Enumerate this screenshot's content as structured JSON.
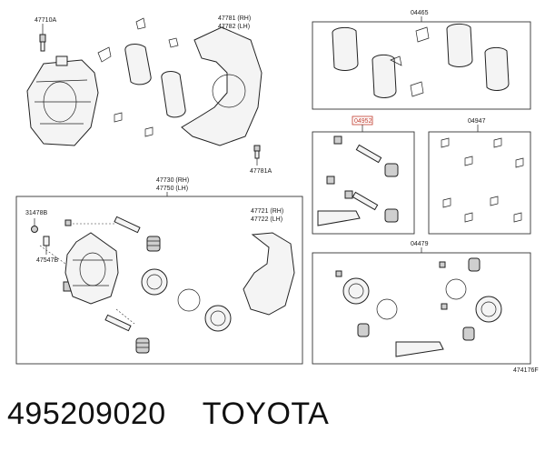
{
  "labels": {
    "bolt_top": "47710A",
    "shield_rh": "47781 (RH)",
    "shield_lh": "47782 (LH)",
    "bolt_shield": "47781A",
    "caliper_rh": "47730 (RH)",
    "caliper_lh": "47750 (LH)",
    "nut": "31478B",
    "plug": "47547B",
    "mount_rh": "47721 (RH)",
    "mount_lh": "47722 (LH)",
    "pad_kit": "04465",
    "slide_kit": "04952",
    "shim_kit": "04947",
    "seal_kit": "04479",
    "drawing_no": "474176F"
  },
  "caption": {
    "part_number": "495209020",
    "brand": "TOYOTA"
  },
  "colors": {
    "highlight": "#c0392b",
    "ink": "#222222"
  }
}
